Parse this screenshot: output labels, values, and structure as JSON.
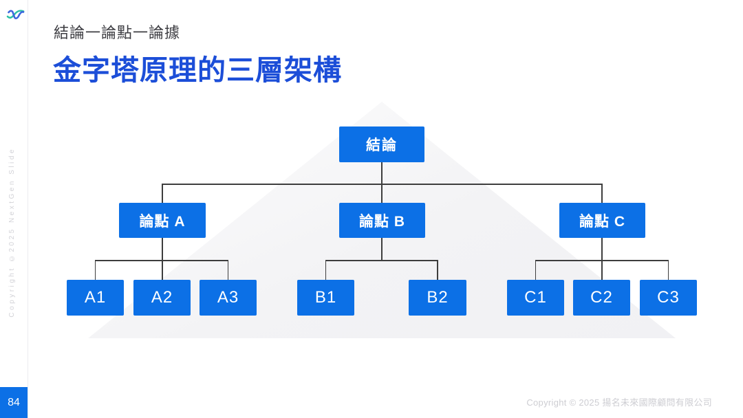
{
  "colors": {
    "box_blue": "#0C70E6",
    "title_blue": "#1C4ED8",
    "line": "#3d3d3d",
    "logo_blue": "#3D66DE",
    "logo_teal": "#2CC1A7"
  },
  "sidebar": {
    "vertical_text": "Copyright ©2025 NextGen Slide"
  },
  "header": {
    "subtitle": "結論一論點一論據",
    "title": "金字塔原理的三層架構"
  },
  "diagram": {
    "root": {
      "label": "結論"
    },
    "branches": [
      {
        "label": "論點 A",
        "children": [
          "A1",
          "A2",
          "A3"
        ]
      },
      {
        "label": "論點 B",
        "children": [
          "B1",
          "B2"
        ]
      },
      {
        "label": "論點 C",
        "children": [
          "C1",
          "C2",
          "C3"
        ]
      }
    ]
  },
  "footer": {
    "page_number": "84",
    "copyright": "Copyright © 2025 揚名未來國際顧問有限公司"
  }
}
